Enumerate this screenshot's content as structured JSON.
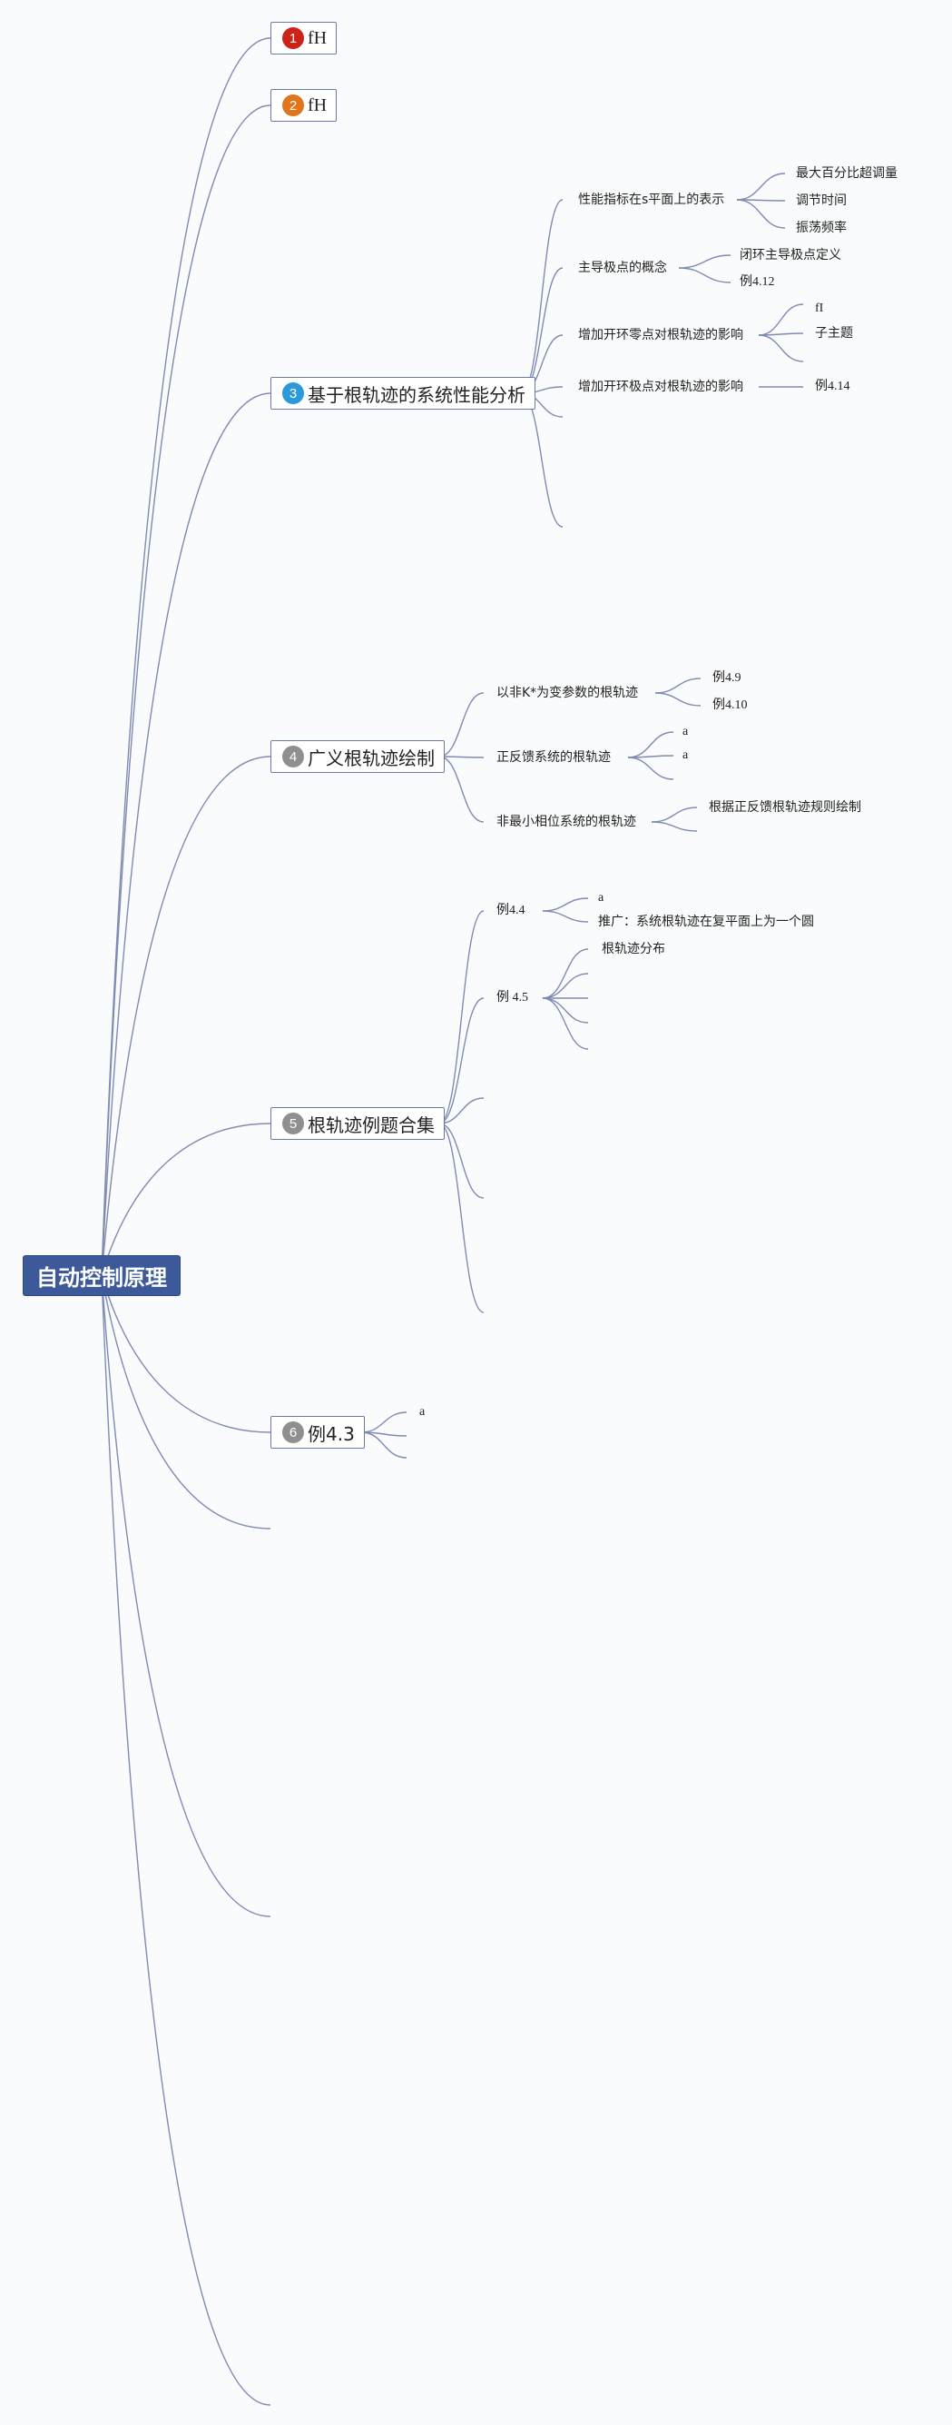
{
  "root": {
    "label": "自动控制原理"
  },
  "colors": {
    "line": "#7f8bb3",
    "root_bg": "#3c5a9a",
    "badge_red": "#cc2218",
    "badge_orange": "#e2741c",
    "badge_blue": "#2a9bd8",
    "badge_gray": "#8f8f8f"
  },
  "topics": [
    {
      "num": "1",
      "label": "fH"
    },
    {
      "num": "2",
      "label": "fH"
    },
    {
      "num": "3",
      "label": "基于根轨迹的系统性能分析"
    },
    {
      "num": "4",
      "label": "广义根轨迹绘制"
    },
    {
      "num": "5",
      "label": "根轨迹例题合集"
    },
    {
      "num": "6",
      "label": "例4.3"
    }
  ],
  "t3": {
    "s1": "性能指标在s平面上的表示",
    "s1c": [
      "最大百分比超调量",
      "调节时间",
      "振荡频率"
    ],
    "s2": "主导极点的概念",
    "s2c": [
      "闭环主导极点定义",
      "例4.12"
    ],
    "s3": "增加开环零点对根轨迹的影响",
    "s3c": [
      "fI",
      "子主题"
    ],
    "s4": "增加开环极点对根轨迹的影响",
    "s4c": [
      "例4.14"
    ]
  },
  "t4": {
    "s1": "以非K*为变参数的根轨迹",
    "s1c": [
      "例4.9",
      "例4.10"
    ],
    "s2": "正反馈系统的根轨迹",
    "s2c": [
      "a",
      "a"
    ],
    "s3": "非最小相位系统的根轨迹",
    "s3c": [
      "根据正反馈根轨迹规则绘制"
    ]
  },
  "t5": {
    "s1": "例4.4",
    "s1c": [
      "a",
      "推广：系统根轨迹在复平面上为一个圆"
    ],
    "s2": "例 4.5",
    "s2c": [
      "根轨迹分布"
    ]
  },
  "t6": {
    "c": [
      "a"
    ]
  }
}
